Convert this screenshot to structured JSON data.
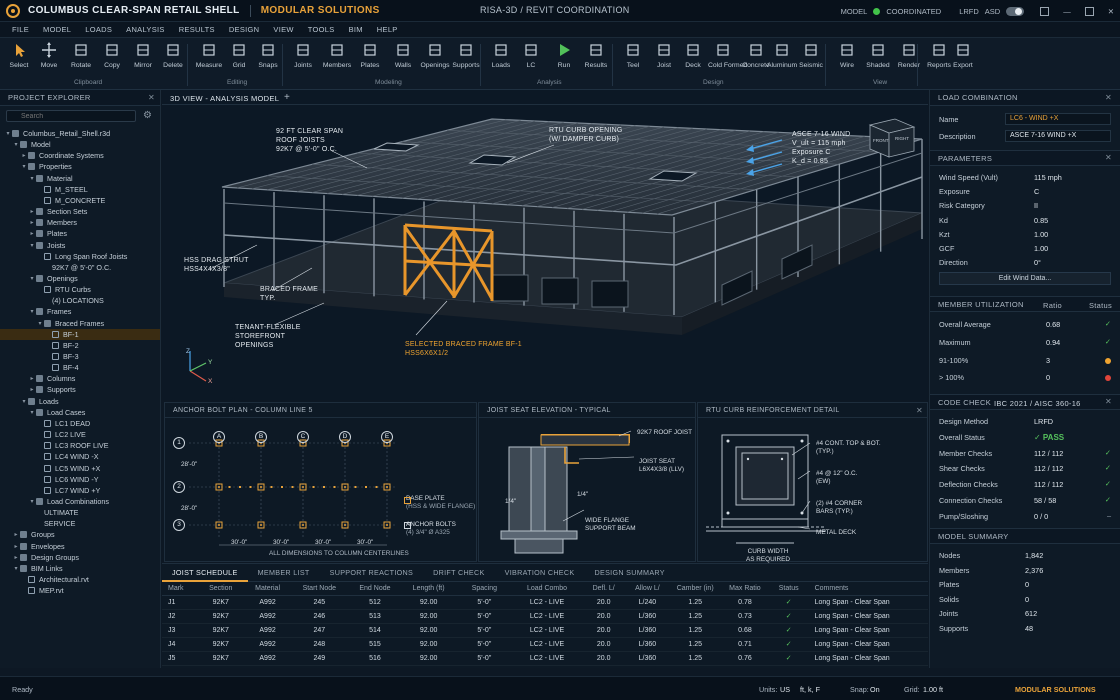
{
  "titlebar": {
    "project": "COLUMBUS CLEAR-SPAN RETAIL SHELL",
    "brand": "MODULAR SOLUTIONS",
    "center": "RISA-3D / REVIT COORDINATION",
    "model_label": "MODEL",
    "model_status": "COORDINATED",
    "units_a": "LRFD",
    "units_b": "ASD"
  },
  "menu": [
    "FILE",
    "MODEL",
    "LOADS",
    "ANALYSIS",
    "RESULTS",
    "DESIGN",
    "VIEW",
    "TOOLS",
    "BIM",
    "HELP"
  ],
  "ribbon": {
    "tools": [
      "Select",
      "Move",
      "Rotate",
      "Copy",
      "Mirror",
      "Delete",
      "Measure",
      "Grid",
      "Snaps",
      "Joints",
      "Members",
      "Plates",
      "Walls",
      "Openings",
      "Supports",
      "Loads",
      "LC",
      "Run",
      "Results",
      "Teel",
      "Joist",
      "Deck",
      "Cold Formed",
      "Concrete",
      "Aluminum",
      "Seismic",
      "Wire",
      "Shaded",
      "Render",
      "Reports",
      "Export"
    ],
    "groups": [
      "Clipboard",
      "Editing",
      "Modeling",
      "Analysis",
      "Design",
      "View"
    ]
  },
  "explorer": {
    "title": "PROJECT EXPLORER",
    "search_placeholder": "Search",
    "tree": [
      {
        "label": "Columbus_Retail_Shell.r3d",
        "depth": 0,
        "caret": "▾"
      },
      {
        "label": "Model",
        "depth": 1,
        "caret": "▾"
      },
      {
        "label": "Coordinate Systems",
        "depth": 2,
        "caret": "▸"
      },
      {
        "label": "Properties",
        "depth": 2,
        "caret": "▾"
      },
      {
        "label": "Material",
        "depth": 3,
        "caret": "▾"
      },
      {
        "label": "M_STEEL",
        "depth": 4,
        "caret": ""
      },
      {
        "label": "M_CONCRETE",
        "depth": 4,
        "caret": ""
      },
      {
        "label": "Section Sets",
        "depth": 3,
        "caret": "▸"
      },
      {
        "label": "Members",
        "depth": 3,
        "caret": "▸"
      },
      {
        "label": "Plates",
        "depth": 3,
        "caret": "▸"
      },
      {
        "label": "Joists",
        "depth": 3,
        "caret": "▾"
      },
      {
        "label": "Long Span Roof Joists",
        "depth": 4,
        "caret": ""
      },
      {
        "label": "92K7 @ 5'-0\" O.C.",
        "depth": 5,
        "caret": "",
        "noicon": true
      },
      {
        "label": "Openings",
        "depth": 3,
        "caret": "▾"
      },
      {
        "label": "RTU Curbs",
        "depth": 4,
        "caret": ""
      },
      {
        "label": "(4) LOCATIONS",
        "depth": 5,
        "caret": "",
        "noicon": true
      },
      {
        "label": "Frames",
        "depth": 3,
        "caret": "▾"
      },
      {
        "label": "Braced Frames",
        "depth": 4,
        "caret": "▾"
      },
      {
        "label": "BF-1",
        "depth": 5,
        "caret": "",
        "sel": true
      },
      {
        "label": "BF-2",
        "depth": 5,
        "caret": ""
      },
      {
        "label": "BF-3",
        "depth": 5,
        "caret": ""
      },
      {
        "label": "BF-4",
        "depth": 5,
        "caret": ""
      },
      {
        "label": "Columns",
        "depth": 3,
        "caret": "▸"
      },
      {
        "label": "Supports",
        "depth": 3,
        "caret": "▸"
      },
      {
        "label": "Loads",
        "depth": 2,
        "caret": "▾"
      },
      {
        "label": "Load Cases",
        "depth": 3,
        "caret": "▾"
      },
      {
        "label": "LC1     DEAD",
        "depth": 4,
        "caret": ""
      },
      {
        "label": "LC2     LIVE",
        "depth": 4,
        "caret": ""
      },
      {
        "label": "LC3     ROOF LIVE",
        "depth": 4,
        "caret": ""
      },
      {
        "label": "LC4     WIND -X",
        "depth": 4,
        "caret": ""
      },
      {
        "label": "LC5     WIND +X",
        "depth": 4,
        "caret": ""
      },
      {
        "label": "LC6     WIND -Y",
        "depth": 4,
        "caret": ""
      },
      {
        "label": "LC7     WIND +Y",
        "depth": 4,
        "caret": ""
      },
      {
        "label": "Load Combinations",
        "depth": 3,
        "caret": "▾"
      },
      {
        "label": "ULTIMATE",
        "depth": 4,
        "caret": "",
        "noicon": true
      },
      {
        "label": "SERVICE",
        "depth": 4,
        "caret": "",
        "noicon": true
      },
      {
        "label": "Groups",
        "depth": 1,
        "caret": "▸"
      },
      {
        "label": "Envelopes",
        "depth": 1,
        "caret": "▸"
      },
      {
        "label": "Design Groups",
        "depth": 1,
        "caret": "▸"
      },
      {
        "label": "BIM Links",
        "depth": 1,
        "caret": "▾"
      },
      {
        "label": "Architectural.rvt",
        "depth": 2,
        "caret": ""
      },
      {
        "label": "MEP.rvt",
        "depth": 2,
        "caret": ""
      }
    ]
  },
  "viewport": {
    "tab": "3D VIEW - ANALYSIS MODEL",
    "add": "+",
    "annotations": {
      "joists": [
        "92 FT CLEAR SPAN",
        "ROOF JOISTS",
        "92K7 @ 5'-0\" O.C."
      ],
      "rtu": [
        "RTU CURB OPENING",
        "(W/ DAMPER CURB)"
      ],
      "wind": [
        "ASCE 7-16 WIND",
        "V_ult = 115 mph",
        "Exposure C",
        "K_d = 0.85"
      ],
      "drag": [
        "HSS DRAG STRUT",
        "HSS4X4X3/8\""
      ],
      "braced": [
        "BRACED FRAME",
        "TYP."
      ],
      "storefront": [
        "TENANT-FLEXIBLE",
        "STOREFRONT",
        "OPENINGS"
      ],
      "selected": [
        "SELECTED BRACED FRAME BF-1",
        "HSS6X6X1/2"
      ]
    },
    "cube": {
      "front": "FRONT",
      "right": "RIGHT"
    },
    "axes": {
      "z": "Z",
      "y": "Y",
      "x": "X"
    }
  },
  "details": {
    "anchor": {
      "title": "ANCHOR BOLT PLAN - COLUMN LINE 5",
      "cols": [
        "A",
        "B",
        "C",
        "D",
        "E"
      ],
      "rows": [
        "1",
        "2",
        "3"
      ],
      "spacing": "28'-0\"",
      "dim": "30'-0\"",
      "legend_plate": [
        "BASE PLATE",
        "(HSS & WIDE FLANGE)"
      ],
      "legend_bolts": [
        "ANCHOR BOLTS",
        "(4) 3/4\" Ø A325"
      ],
      "note": "ALL DIMENSIONS TO COLUMN CENTERLINES"
    },
    "joist": {
      "title": "JOIST SEAT ELEVATION - TYPICAL",
      "l1": "92K7 ROOF JOIST",
      "l2": [
        "JOIST SEAT",
        "L6X4X3/8 (LLV)"
      ],
      "l3": [
        "WIDE FLANGE",
        "SUPPORT BEAM"
      ],
      "d1": "1/4\"",
      "d2": "1/4\""
    },
    "rtu": {
      "title": "RTU CURB REINFORCEMENT DETAIL",
      "l1": [
        "#4 CONT. TOP & BOT.",
        "(TYP.)"
      ],
      "l2": [
        "#4 @ 12\" O.C.",
        "(EW)"
      ],
      "l3": [
        "(2) #4 CORNER",
        "BARS (TYP.)"
      ],
      "l4": "METAL DECK",
      "l5": [
        "CURB WIDTH",
        "AS REQUIRED"
      ]
    }
  },
  "schedule": {
    "tabs": [
      "JOIST SCHEDULE",
      "MEMBER LIST",
      "SUPPORT REACTIONS",
      "DRIFT CHECK",
      "VIBRATION CHECK",
      "DESIGN SUMMARY"
    ],
    "headers": [
      "Mark",
      "Section",
      "Material",
      "Start Node",
      "End Node",
      "Length (ft)",
      "Spacing",
      "Load Combo",
      "Defl. L/",
      "Allow L/",
      "Camber (in)",
      "Max Ratio",
      "Status",
      "Comments"
    ],
    "rows": [
      [
        "J1",
        "92K7",
        "A992",
        "245",
        "512",
        "92.00",
        "5'-0\"",
        "LC2 - LIVE",
        "20.0",
        "L/240",
        "1.25",
        "0.78",
        "✓",
        "Long Span - Clear Span"
      ],
      [
        "J2",
        "92K7",
        "A992",
        "246",
        "513",
        "92.00",
        "5'-0\"",
        "LC2 - LIVE",
        "20.0",
        "L/360",
        "1.25",
        "0.73",
        "✓",
        "Long Span - Clear Span"
      ],
      [
        "J3",
        "92K7",
        "A992",
        "247",
        "514",
        "92.00",
        "5'-0\"",
        "LC2 - LIVE",
        "20.0",
        "L/360",
        "1.25",
        "0.68",
        "✓",
        "Long Span - Clear Span"
      ],
      [
        "J4",
        "92K7",
        "A992",
        "248",
        "515",
        "92.00",
        "5'-0\"",
        "LC2 - LIVE",
        "20.0",
        "L/360",
        "1.25",
        "0.71",
        "✓",
        "Long Span - Clear Span"
      ],
      [
        "J5",
        "92K7",
        "A992",
        "249",
        "516",
        "92.00",
        "5'-0\"",
        "LC2 - LIVE",
        "20.0",
        "L/360",
        "1.25",
        "0.76",
        "✓",
        "Long Span - Clear Span"
      ]
    ]
  },
  "right": {
    "load_combination": {
      "title": "LOAD COMBINATION",
      "name_label": "Name",
      "name": "LC6 - WIND +X",
      "desc_label": "Description",
      "desc": "ASCE 7-16 WIND +X"
    },
    "parameters": {
      "title": "PARAMETERS",
      "rows": [
        [
          "Wind Speed (Vult)",
          "115 mph"
        ],
        [
          "Exposure",
          "C"
        ],
        [
          "Risk Category",
          "II"
        ],
        [
          "Kd",
          "0.85"
        ],
        [
          "Kzt",
          "1.00"
        ],
        [
          "GCF",
          "1.00"
        ],
        [
          "Direction",
          "0°"
        ]
      ],
      "button": "Edit Wind Data..."
    },
    "utilization": {
      "title": "MEMBER UTILIZATION",
      "ratio": "Ratio",
      "status": "Status",
      "rows": [
        [
          "Overall Average",
          "0.68",
          "ok"
        ],
        [
          "Maximum",
          "0.94",
          "ok"
        ],
        [
          "91-100%",
          "3",
          "warn"
        ],
        [
          "> 100%",
          "0",
          "err"
        ]
      ]
    },
    "code_check": {
      "title": "CODE CHECK",
      "code": "IBC 2021 / AISC 360-16",
      "rows": [
        [
          "Design Method",
          "LRFD",
          ""
        ],
        [
          "Overall Status",
          "✓ PASS",
          ""
        ],
        [
          "Member Checks",
          "112 / 112",
          "ok"
        ],
        [
          "Shear Checks",
          "112 / 112",
          "ok"
        ],
        [
          "Deflection Checks",
          "112 / 112",
          "ok"
        ],
        [
          "Connection Checks",
          "58 / 58",
          "ok"
        ],
        [
          "Pump/Sloshing",
          "0 / 0",
          "dash"
        ]
      ]
    },
    "model_summary": {
      "title": "MODEL SUMMARY",
      "rows": [
        [
          "Nodes",
          "1,842"
        ],
        [
          "Members",
          "2,376"
        ],
        [
          "Plates",
          "0"
        ],
        [
          "Solids",
          "0"
        ],
        [
          "Joints",
          "612"
        ],
        [
          "Supports",
          "48"
        ]
      ]
    }
  },
  "status": {
    "ready": "Ready",
    "units_label": "Units:",
    "units": "US",
    "units2": "ft, k, F",
    "snap_label": "Snap:",
    "snap": "On",
    "grid_label": "Grid:",
    "grid": "1.00 ft",
    "brand": "MODULAR SOLUTIONS"
  },
  "colors": {
    "accent": "#e8a23a",
    "pass": "#56c25d",
    "warn": "#f0a430",
    "error": "#e0453a"
  }
}
